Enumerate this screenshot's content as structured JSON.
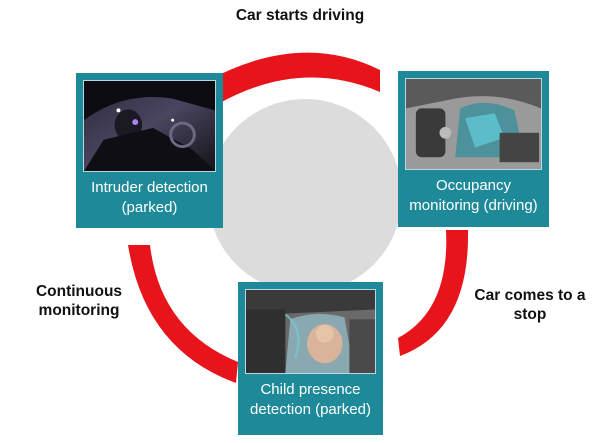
{
  "labels": {
    "top": "Car starts driving",
    "left": "Continuous monitoring",
    "right": "Car comes to a stop"
  },
  "cards": {
    "intruder": {
      "caption": "Intruder detection (parked)"
    },
    "occupancy": {
      "caption": "Occupancy monitoring (driving)"
    },
    "child": {
      "caption": "Child presence detection (parked)"
    }
  },
  "colors": {
    "arrow": "#e8141c",
    "card": "#1e8a99",
    "center_circle": "#dcdcdc"
  }
}
